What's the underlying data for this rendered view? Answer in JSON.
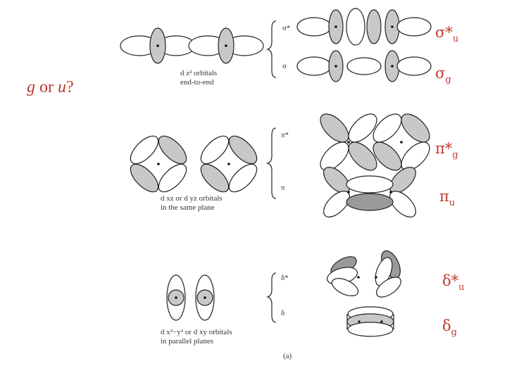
{
  "question": {
    "g": "g",
    "middle": " or ",
    "u": "u",
    "mark": "?"
  },
  "rows": [
    {
      "caption_line1": "d z² orbitals",
      "caption_line2": "end-to-end",
      "antibonding_label": "σ*",
      "bonding_label": "σ",
      "antibonding_result": {
        "base": "σ*",
        "sub": "u"
      },
      "bonding_result": {
        "base": "σ",
        "sub": "g"
      }
    },
    {
      "caption_line1": "d xz or d yz orbitals",
      "caption_line2": "in the same plane",
      "antibonding_label": "π*",
      "bonding_label": "π",
      "antibonding_result": {
        "base": "π*",
        "sub": "g"
      },
      "bonding_result": {
        "base": "π",
        "sub": "u"
      }
    },
    {
      "caption_line1": "d x²−y² or d xy orbitals",
      "caption_line2": "in parallel planes",
      "antibonding_label": "δ*",
      "bonding_label": "δ",
      "antibonding_result": {
        "base": "δ*",
        "sub": "u"
      },
      "bonding_result": {
        "base": "δ",
        "sub": "g"
      }
    }
  ],
  "figure_label": "(a)"
}
